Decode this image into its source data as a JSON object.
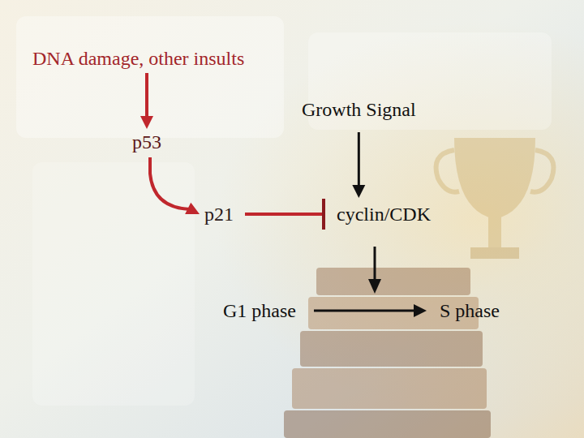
{
  "diagram": {
    "nodes": [
      {
        "text": [
          "DNA damage, other insults"
        ]
      },
      {
        "text": [
          "Growth Signal"
        ]
      },
      {
        "text": [
          "p53"
        ]
      },
      {
        "text": [
          "p21"
        ]
      },
      {
        "text": [
          "cyclin/CDK"
        ]
      },
      {
        "text": [
          "G1 phase"
        ]
      },
      {
        "text": [
          "S phase"
        ]
      }
    ],
    "edges": [
      {
        "from": 0,
        "to": 2,
        "arrow": "to"
      },
      {
        "from": 2,
        "to": 3,
        "arrow": "to"
      },
      {
        "from": 3,
        "to": 4,
        "arrow": "to"
      },
      {
        "from": 1,
        "to": 4,
        "arrow": "to"
      },
      {
        "from": 5,
        "to": 6,
        "arrow": "to"
      }
    ]
  }
}
